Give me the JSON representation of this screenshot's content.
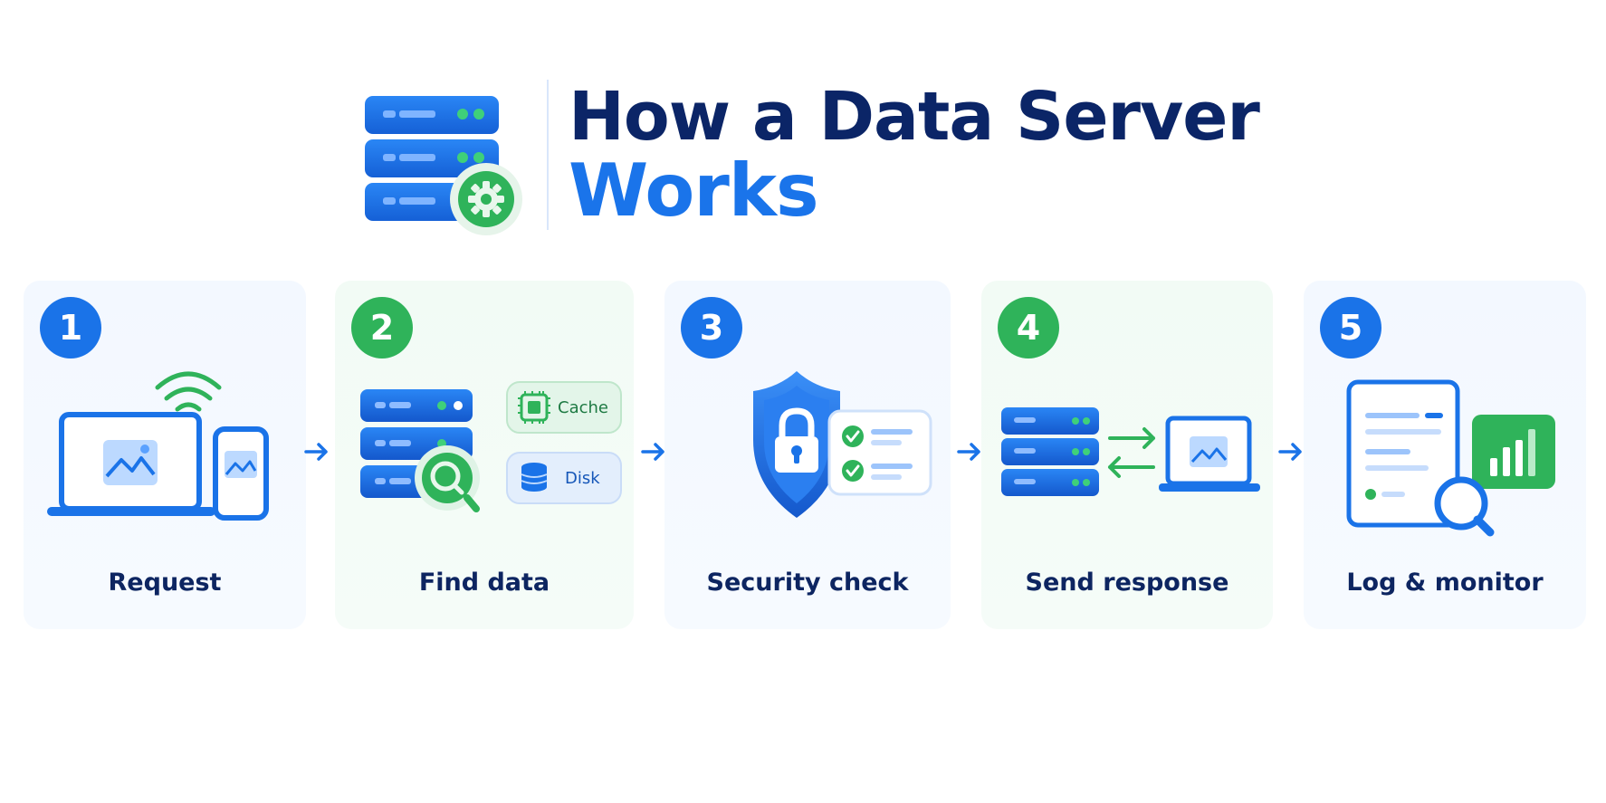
{
  "header": {
    "title_line1": "How a Data Server",
    "title_line2": "Works",
    "icon": "server-gear-icon"
  },
  "steps": [
    {
      "number": "1",
      "label": "Request",
      "tone": "blue",
      "icon": "laptop-phone-wifi-icon"
    },
    {
      "number": "2",
      "label": "Find data",
      "tone": "green",
      "icon": "server-search-icon",
      "storage": [
        "Cache",
        "Disk"
      ]
    },
    {
      "number": "3",
      "label": "Security check",
      "tone": "blue",
      "icon": "shield-lock-icon"
    },
    {
      "number": "4",
      "label": "Send response",
      "tone": "green",
      "icon": "server-laptop-exchange-icon"
    },
    {
      "number": "5",
      "label": "Log & monitor",
      "tone": "blue",
      "icon": "log-document-chart-icon"
    }
  ],
  "connector_icon": "arrow-right-icon",
  "colors": {
    "primary_blue": "#1a73e8",
    "accent_green": "#2fb35a",
    "title_navy": "#0b2567"
  }
}
